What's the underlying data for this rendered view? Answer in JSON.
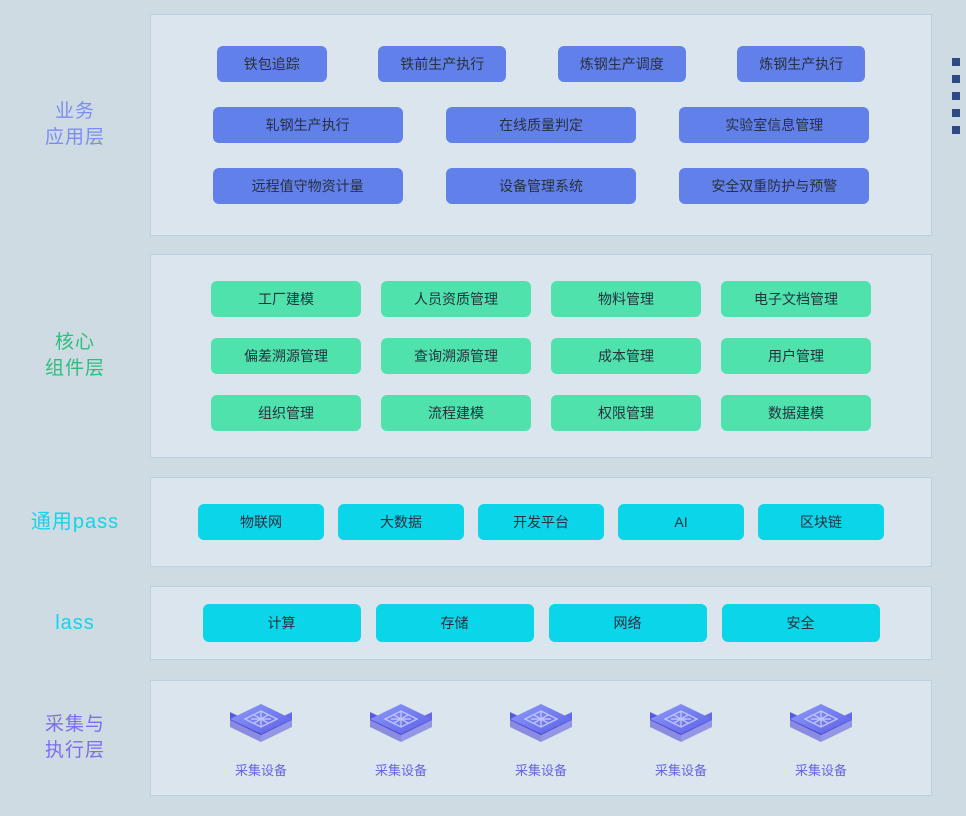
{
  "layers": [
    {
      "id": "business",
      "label": "业务\n应用层",
      "label_color": "#7b8df0",
      "chip_color": "#6180ea",
      "rows": [
        [
          "铁包追踪",
          "铁前生产执行",
          "炼钢生产调度",
          "炼钢生产执行"
        ],
        [
          "轧钢生产执行",
          "在线质量判定",
          "实验室信息管理"
        ],
        [
          "远程值守物资计量",
          "设备管理系统",
          "安全双重防护与预警"
        ]
      ]
    },
    {
      "id": "core",
      "label": "核心\n组件层",
      "label_color": "#2fbd7e",
      "chip_color": "#4fe2ad",
      "rows": [
        [
          "工厂建模",
          "人员资质管理",
          "物料管理",
          "电子文档管理"
        ],
        [
          "偏差溯源管理",
          "查询溯源管理",
          "成本管理",
          "用户管理"
        ],
        [
          "组织管理",
          "流程建模",
          "权限管理",
          "数据建模"
        ]
      ]
    },
    {
      "id": "pass",
      "label": "通用pass",
      "label_color": "#12d4ea",
      "chip_color": "#0ad5e9",
      "rows": [
        [
          "物联网",
          "大数据",
          "开发平台",
          "AI",
          "区块链"
        ]
      ]
    },
    {
      "id": "iaas",
      "label": "lass",
      "label_color": "#12d4ea",
      "chip_color": "#0ad5e9",
      "rows": [
        [
          "计算",
          "存储",
          "网络",
          "安全"
        ]
      ]
    },
    {
      "id": "collection",
      "label": "采集与\n执行层",
      "label_color": "#7b6cf0",
      "devices": [
        {
          "caption": "采集设备",
          "icon": "device-cube-icon"
        },
        {
          "caption": "采集设备",
          "icon": "device-cube-icon"
        },
        {
          "caption": "采集设备",
          "icon": "device-cube-icon"
        },
        {
          "caption": "采集设备",
          "icon": "device-cube-icon"
        },
        {
          "caption": "采集设备",
          "icon": "device-cube-icon"
        }
      ]
    }
  ],
  "decor": {
    "edge_dots_count": 5,
    "edge_dots_color": "#2e4a86"
  },
  "palette": {
    "background": "#cfdbe3",
    "panel_fill": "#dae5ed",
    "panel_border": "#b9d3de",
    "chip_text": "#28303e",
    "device_top": "#7b8ef5",
    "device_side": "#4f49d6"
  }
}
